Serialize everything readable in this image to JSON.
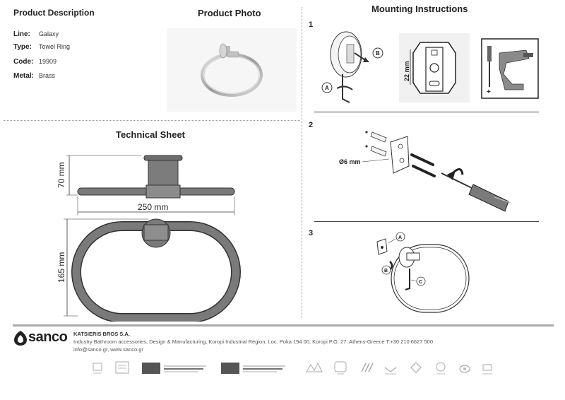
{
  "product_description": {
    "title": "Product Description",
    "specs": [
      {
        "key": "Line:",
        "value": "Galaxy"
      },
      {
        "key": "Type:",
        "value": "Towel Ring"
      },
      {
        "key": "Code:",
        "value": "19909"
      },
      {
        "key": "Metal:",
        "value": "Brass"
      }
    ]
  },
  "product_photo": {
    "title": "Product Photo"
  },
  "technical_sheet": {
    "title": "Technical Sheet",
    "dim_height_top": "70 mm",
    "dim_width": "250 mm",
    "dim_height_ring": "165 mm"
  },
  "mounting": {
    "title": "Mounting Instructions",
    "steps": [
      {
        "num": "1",
        "label_a": "A",
        "label_b": "B",
        "dim": "22 mm"
      },
      {
        "num": "2",
        "dim": "Ø6 mm"
      },
      {
        "num": "3",
        "label_a": "A",
        "label_b": "B",
        "label_c": "C"
      }
    ]
  },
  "footer": {
    "brand": "sanco",
    "company_name": "KATSIERIS BROS S.A.",
    "address": "Industry Bathroom accessories, Design & Manufacturing, Koropi Industrial Region, Loc. Poka 194 00, Koropi P.O. 27. Athens-Greece   T:+30 210 6627 500",
    "contact": "info@sanco.gr, www.sanco.gr"
  },
  "colors": {
    "footer_bar": "#a8a8a8",
    "metal_dark": "#5a5a5a",
    "metal_mid": "#8a8a8a",
    "metal_light": "#c8c8c8"
  }
}
